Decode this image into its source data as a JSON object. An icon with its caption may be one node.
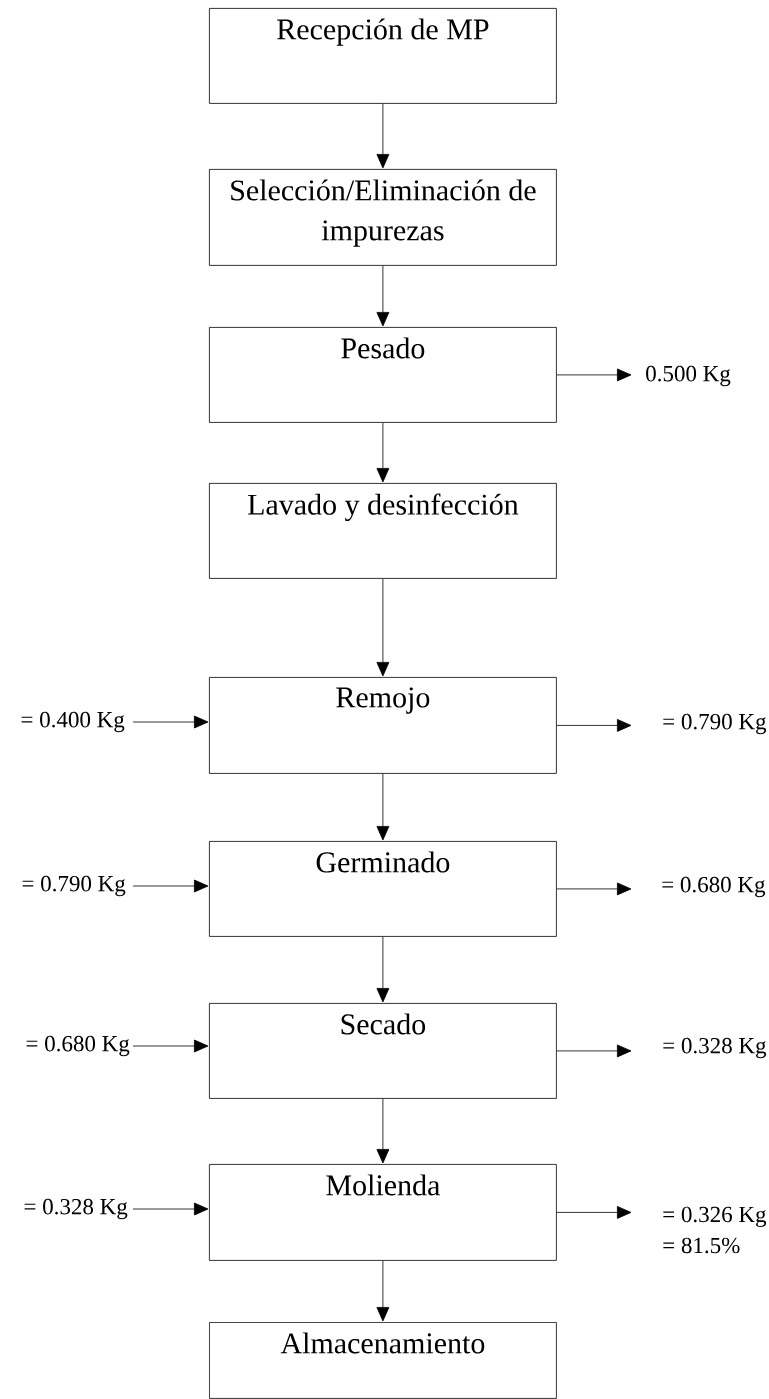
{
  "diagram": {
    "nodes": [
      {
        "text": [
          "Recepción de MP"
        ]
      },
      {
        "text": [
          "Selección/Eliminación de impurezas"
        ]
      },
      {
        "text": [
          "Pesado"
        ]
      },
      {
        "text": [
          "Lavado y desinfección"
        ]
      },
      {
        "text": [
          "Remojo"
        ]
      },
      {
        "text": [
          "Germinado"
        ]
      },
      {
        "text": [
          "Secado"
        ]
      },
      {
        "text": [
          "Molienda"
        ]
      },
      {
        "text": [
          "Almacenamiento"
        ]
      },
      {
        "text": [
          "0.500 Kg"
        ]
      },
      {
        "text": [
          "= 0.400 Kg"
        ]
      },
      {
        "text": [
          "= 0.790 Kg"
        ]
      },
      {
        "text": [
          "= 0.790 Kg"
        ]
      },
      {
        "text": [
          "= 0.680 Kg"
        ]
      },
      {
        "text": [
          "= 0.680 Kg"
        ]
      },
      {
        "text": [
          "= 0.328 Kg"
        ]
      },
      {
        "text": [
          "= 0.328 Kg"
        ]
      },
      {
        "text": [
          "= 0.326 Kg",
          "= 81.5%"
        ]
      }
    ],
    "edges": [
      {
        "from": 0,
        "to": 1,
        "arrow": "to"
      },
      {
        "from": 1,
        "to": 2,
        "arrow": "to"
      },
      {
        "from": 2,
        "to": 3,
        "arrow": "to"
      },
      {
        "from": 3,
        "to": 4,
        "arrow": "to"
      },
      {
        "from": 4,
        "to": 5,
        "arrow": "to"
      },
      {
        "from": 5,
        "to": 6,
        "arrow": "to"
      },
      {
        "from": 6,
        "to": 7,
        "arrow": "to"
      },
      {
        "from": 7,
        "to": 8,
        "arrow": "to"
      },
      {
        "from": 2,
        "to": 9,
        "arrow": "to"
      },
      {
        "from": 10,
        "to": 4,
        "arrow": "to"
      },
      {
        "from": 4,
        "to": 11,
        "arrow": "to"
      },
      {
        "from": 12,
        "to": 5,
        "arrow": "to"
      },
      {
        "from": 5,
        "to": 13,
        "arrow": "to"
      },
      {
        "from": 14,
        "to": 6,
        "arrow": "to"
      },
      {
        "from": 6,
        "to": 15,
        "arrow": "to"
      },
      {
        "from": 16,
        "to": 7,
        "arrow": "to"
      },
      {
        "from": 7,
        "to": 17,
        "arrow": "to"
      }
    ]
  }
}
